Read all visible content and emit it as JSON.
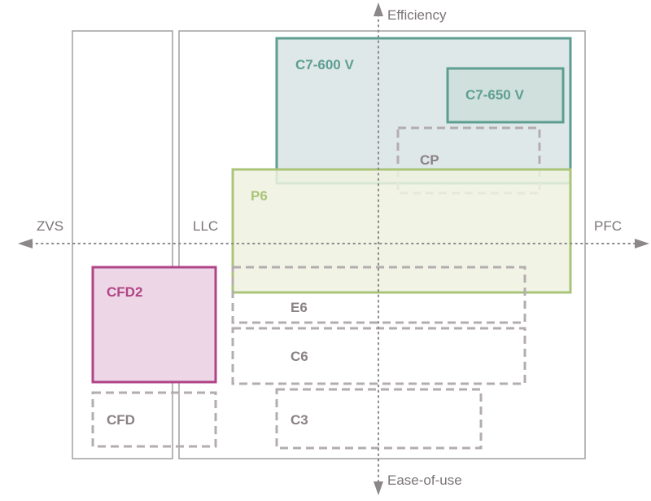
{
  "colors": {
    "axis": "#8c8789",
    "frame": "#a39fa1",
    "text": "#7a7477",
    "c7_stroke": "#5e9e92",
    "c7_600_fill": "#dfe8e8",
    "c7_650_fill": "#d0e0dc",
    "p6_stroke": "#aac47a",
    "p6_fill": "#eff2df",
    "cfd2_stroke": "#b04486",
    "cfd2_fill": "#edd6e6",
    "dashed_stroke": "#b3adaf",
    "dashed_text": "#8a8183"
  },
  "axes": {
    "up": "Efficiency",
    "down": "Ease-of-use",
    "left": "ZVS",
    "right": "PFC"
  },
  "regions": {
    "llc": "LLC",
    "c7_600": "C7-600 V",
    "c7_650": "C7-650 V",
    "cp": "CP",
    "p6": "P6",
    "cfd2": "CFD2",
    "e6": "E6",
    "c6": "C6",
    "cfd": "CFD",
    "c3": "C3"
  }
}
